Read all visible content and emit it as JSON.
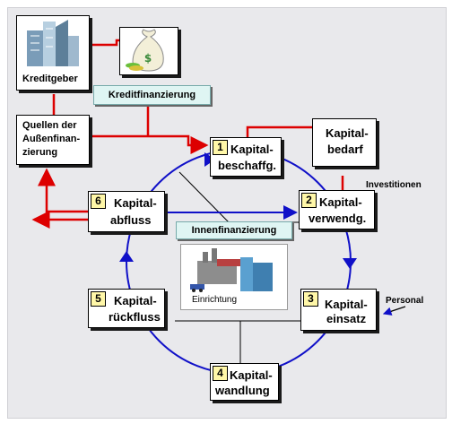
{
  "creditor": {
    "label": "Kreditgeber"
  },
  "credit_finance": {
    "label": "Kreditfinanzierung"
  },
  "external_sources": {
    "line1": "Quellen der",
    "line2": "Außenfinan-",
    "line3": "zierung"
  },
  "capital_need": {
    "line1": "Kapital-",
    "line2": "bedarf"
  },
  "internal_finance": {
    "label": "Innenfinanzierung"
  },
  "facility": {
    "label": "Einrichtung"
  },
  "investments": {
    "label": "Investitionen"
  },
  "personnel": {
    "label": "Personal"
  },
  "steps": [
    {
      "number": "1",
      "line1": "Kapital-",
      "line2": "beschaffg."
    },
    {
      "number": "2",
      "line1": "Kapital-",
      "line2": "verwendg."
    },
    {
      "number": "3",
      "line1": "Kapital-",
      "line2": "einsatz"
    },
    {
      "number": "4",
      "line1": "Kapital-",
      "line2": "wandlung"
    },
    {
      "number": "5",
      "line1": "Kapital-",
      "line2": "rückfluss"
    },
    {
      "number": "6",
      "line1": "Kapital-",
      "line2": "abfluss"
    }
  ],
  "colors": {
    "cycle": "#1010c8",
    "flow": "#dd0000",
    "number_bg": "#fff7a8",
    "label_bg": "#dff5f3"
  }
}
